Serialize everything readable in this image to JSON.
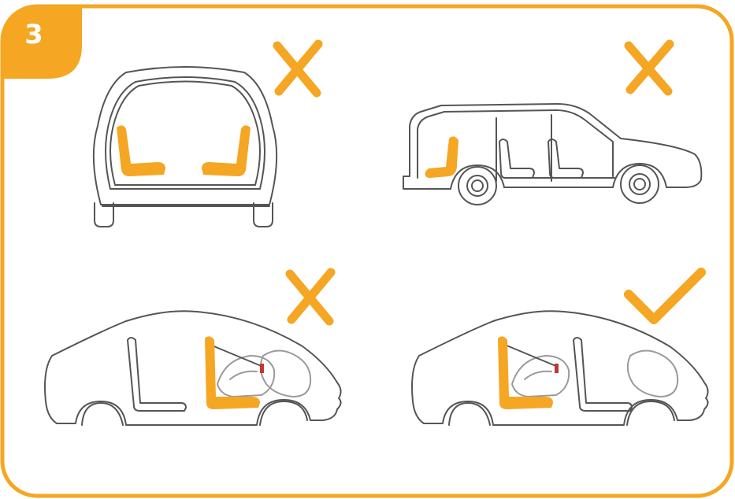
{
  "step": {
    "number": "3"
  },
  "colors": {
    "accent": "#F5A623",
    "outline": "#555555",
    "line_light": "#9a9a9a",
    "background": "#ffffff",
    "strap_red": "#c0392b"
  },
  "panels": [
    {
      "view": "car-front-view",
      "verdict": "incorrect",
      "mark_icon": "cross-icon"
    },
    {
      "view": "suv-side-view",
      "verdict": "incorrect",
      "mark_icon": "cross-icon"
    },
    {
      "view": "sedan-side-view-front-seat-airbag",
      "verdict": "incorrect",
      "mark_icon": "cross-icon"
    },
    {
      "view": "sedan-side-view-rear-seat",
      "verdict": "correct",
      "mark_icon": "check-icon"
    }
  ]
}
